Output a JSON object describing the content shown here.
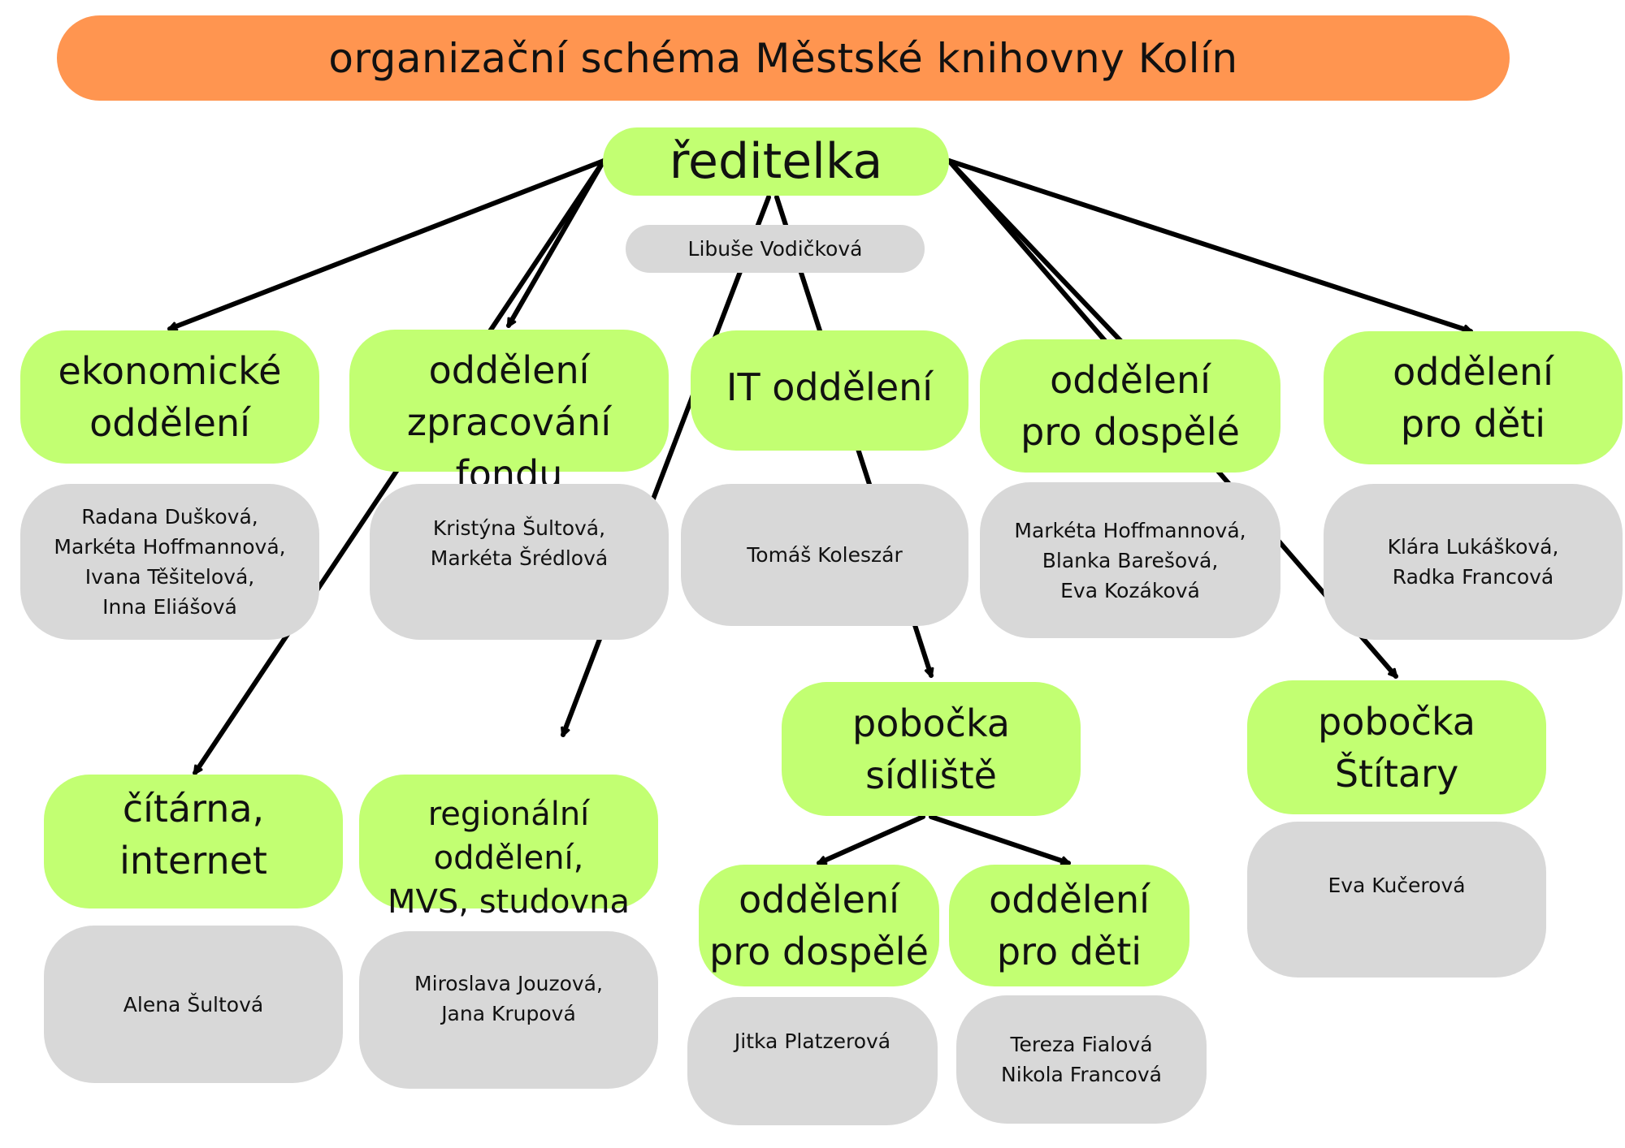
{
  "title": "organizační schéma Městské knihovny Kolín",
  "colors": {
    "banner": "#ff9550",
    "unit": "#c2ff72",
    "staff": "#d8d8d8",
    "arrow": "#000000"
  },
  "director": {
    "label": "ředitelka",
    "name": "Libuše Vodičková"
  },
  "departments": {
    "economic": {
      "label": "ekonomické\noddělení",
      "staff": "Radana Dušková,\nMarkéta Hoffmannová,\nIvana Těšitelová,\nInna Eliášová"
    },
    "processing": {
      "label": "oddělení\nzpracování fondu",
      "staff": "Kristýna Šultová,\nMarkéta Šrédlová"
    },
    "it": {
      "label": "IT oddělení",
      "staff": "Tomáš Koleszár"
    },
    "adults": {
      "label": "oddělení\npro dospělé",
      "staff": "Markéta Hoffmannová,\nBlanka Barešová,\nEva Kozáková"
    },
    "children": {
      "label": "oddělení\npro děti",
      "staff": "Klára Lukášková,\nRadka Francová"
    },
    "reading": {
      "label": "čítárna,\ninternet",
      "staff": "Alena Šultová"
    },
    "regional": {
      "label": "regionální oddělení,\nMVS, studovna",
      "staff": "Miroslava Jouzová,\nJana Krupová"
    },
    "branch_sidliste": {
      "label": "pobočka\nsídliště"
    },
    "sidliste_adults": {
      "label": "oddělení\npro dospělé",
      "staff": "Jitka Platzerová"
    },
    "sidliste_children": {
      "label": "oddělení\npro děti",
      "staff": "Tereza Fialová\nNikola Francová"
    },
    "branch_stitary": {
      "label": "pobočka\nŠtítary",
      "staff": "Eva Kučerová"
    }
  }
}
